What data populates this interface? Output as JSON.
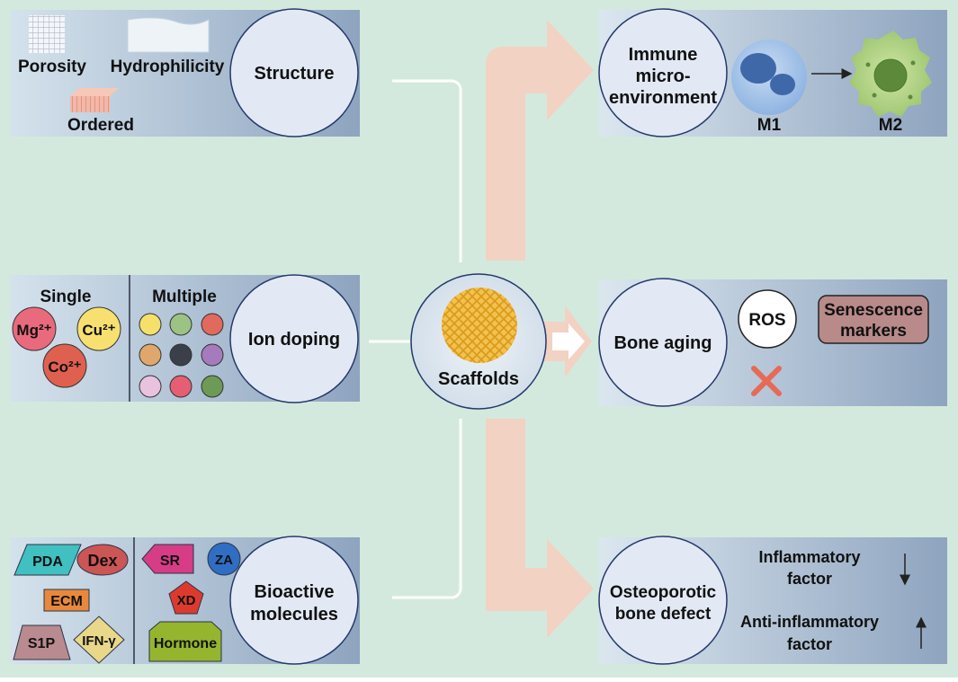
{
  "center": {
    "label": "Scaffolds"
  },
  "left_panels": {
    "structure": {
      "title": "Structure",
      "items": [
        "Porosity",
        "Hydrophilicity",
        "Ordered"
      ]
    },
    "ion_doping": {
      "title": "Ion doping",
      "single_label": "Single",
      "multiple_label": "Multiple",
      "single_ions": [
        {
          "label": "Mg²⁺",
          "color": "#ea6a7d"
        },
        {
          "label": "Cu²⁺",
          "color": "#f8e070"
        },
        {
          "label": "Co²⁺",
          "color": "#e06050"
        }
      ],
      "multiple_colors": [
        "#f5e06a",
        "#9cc383",
        "#e06a5e",
        "#e0a76c",
        "#3a3f4a",
        "#a67bbd",
        "#e9c2df",
        "#e55e72",
        "#6d9a55"
      ]
    },
    "bioactive": {
      "title_lines": [
        "Bioactive",
        "molecules"
      ],
      "molecules": [
        {
          "label": "PDA",
          "color": "#40c0c0"
        },
        {
          "label": "Dex",
          "color": "#cc5555"
        },
        {
          "label": "ECM",
          "color": "#e9883c"
        },
        {
          "label": "S1P",
          "color": "#b98a8f"
        },
        {
          "label": "IFN-γ",
          "color": "#e9d78a"
        },
        {
          "label": "SR",
          "color": "#d63d86"
        },
        {
          "label": "ZA",
          "color": "#2f6ec4"
        },
        {
          "label": "XD",
          "color": "#dd3a2e"
        },
        {
          "label": "Hormone",
          "color": "#95b52e"
        }
      ]
    }
  },
  "right_panels": {
    "immune": {
      "title_lines": [
        "Immune",
        "micro-",
        "environment"
      ],
      "m1_label": "M1",
      "m2_label": "M2"
    },
    "bone_aging": {
      "title": "Bone aging",
      "ros_label": "ROS",
      "senescence_lines": [
        "Senescence",
        "markers"
      ]
    },
    "osteoporotic": {
      "title_lines": [
        "Osteoporotic",
        "bone defect"
      ],
      "factor1_lines": [
        "Inflammatory",
        "factor"
      ],
      "factor1_trend": "down",
      "factor2_lines": [
        "Anti-inflammatory",
        "factor"
      ],
      "factor2_trend": "up"
    }
  },
  "colors": {
    "background": "#d4e9dd",
    "panel_dark": "#8fa5bf",
    "panel_light": "#cedde8",
    "circle": "#e2e9f4",
    "arrow": "#f2d2c3"
  }
}
